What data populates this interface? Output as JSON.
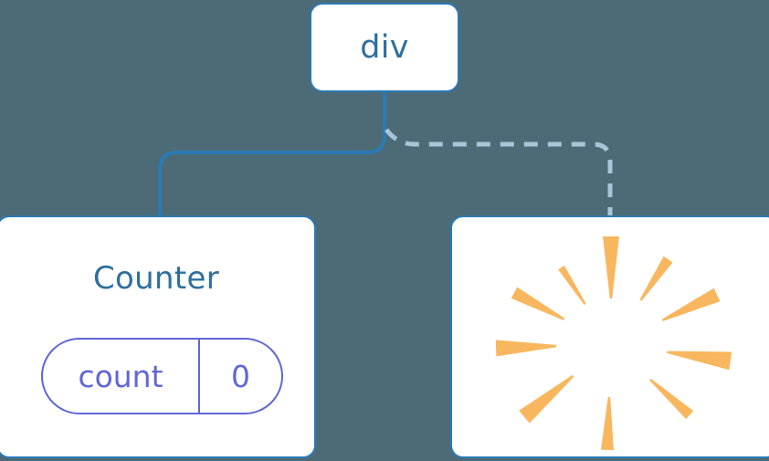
{
  "diagram": {
    "background_color": "#4d6b76",
    "node_border_color": "#2b7ab5",
    "node_fill_color": "#ffffff",
    "title_text_color": "#2f6f9e",
    "state_color": "#6166d6",
    "sparkle_color": "#f8b75e",
    "edge_solid_color": "#2b7ab5",
    "edge_dashed_color": "#a8c6d9"
  },
  "nodes": {
    "root": {
      "label": "div"
    },
    "counter": {
      "label": "Counter",
      "state": {
        "key": "count",
        "value": "0"
      }
    },
    "sparkle": {
      "label": "",
      "icon": "sparkle-burst-icon",
      "ray_count": 10
    }
  },
  "edges": [
    {
      "name": "edge-div-to-counter",
      "from": "div",
      "to": "Counter",
      "style": "solid",
      "color": "#2b7ab5"
    },
    {
      "name": "edge-div-to-sparkle",
      "from": "div",
      "to": "sparkle",
      "style": "dashed",
      "color": "#a8c6d9"
    }
  ],
  "sparkle_rays": [
    {
      "angle": -90,
      "inner": 50,
      "outer": 118,
      "half_width": 9
    },
    {
      "angle": -56,
      "inner": 58,
      "outer": 112,
      "half_width": 6
    },
    {
      "angle": -123,
      "inner": 52,
      "outer": 100,
      "half_width": 4
    },
    {
      "angle": -25,
      "inner": 62,
      "outer": 128,
      "half_width": 8
    },
    {
      "angle": -152,
      "inner": 58,
      "outer": 120,
      "half_width": 7
    },
    {
      "angle": 8,
      "inner": 62,
      "outer": 132,
      "half_width": 10
    },
    {
      "angle": 178,
      "inner": 60,
      "outer": 126,
      "half_width": 9
    },
    {
      "angle": 42,
      "inner": 58,
      "outer": 116,
      "half_width": 6
    },
    {
      "angle": 140,
      "inner": 54,
      "outer": 124,
      "half_width": 9
    },
    {
      "angle": 92,
      "inner": 58,
      "outer": 116,
      "half_width": 7
    }
  ]
}
